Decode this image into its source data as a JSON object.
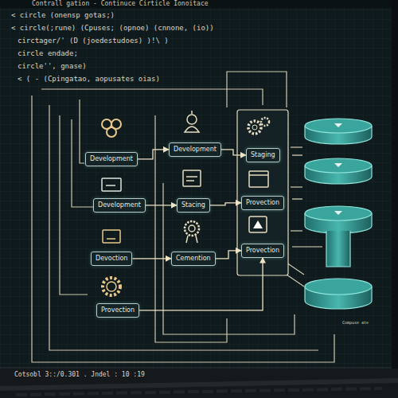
{
  "diagram": {
    "title": "Contrall gation - Continuce Cirticle Ionoitace",
    "nodes": [
      {
        "text": [
          "Development"
        ]
      },
      {
        "text": [
          "Development"
        ]
      },
      {
        "text": [
          "Devoction"
        ]
      },
      {
        "text": [
          "Provection"
        ]
      },
      {
        "text": [
          "Development"
        ]
      },
      {
        "text": [
          "Stacing"
        ]
      },
      {
        "text": [
          "Cemention"
        ]
      },
      {
        "text": [
          "Staging"
        ]
      },
      {
        "text": [
          "Provection"
        ]
      },
      {
        "text": [
          "Provection"
        ]
      }
    ],
    "edges": [
      {
        "from": 0,
        "to": 4,
        "arrow": "to"
      },
      {
        "from": 1,
        "to": 5,
        "arrow": "to"
      },
      {
        "from": 2,
        "to": 6,
        "arrow": "to"
      },
      {
        "from": 3,
        "to": 9,
        "arrow": "to"
      },
      {
        "from": 4,
        "to": 7,
        "arrow": "to"
      },
      {
        "from": 5,
        "to": 8,
        "arrow": "to"
      },
      {
        "from": 6,
        "to": 9,
        "arrow": "to"
      }
    ],
    "labels": [
      "< circle (onensp gotas;)",
      "< circle(;rune) (Cpuses; (opnoe) (cnnone, (io))",
      "circtager/' (D (joedestudoes) )!\\ )",
      "circle endade;",
      "circle'', gnase)",
      "< ( - (Cpingatao, aopusates oias)",
      "Cotsobl 3::/0.301 . Jndel : 10 :19",
      "Compuse ate"
    ]
  }
}
